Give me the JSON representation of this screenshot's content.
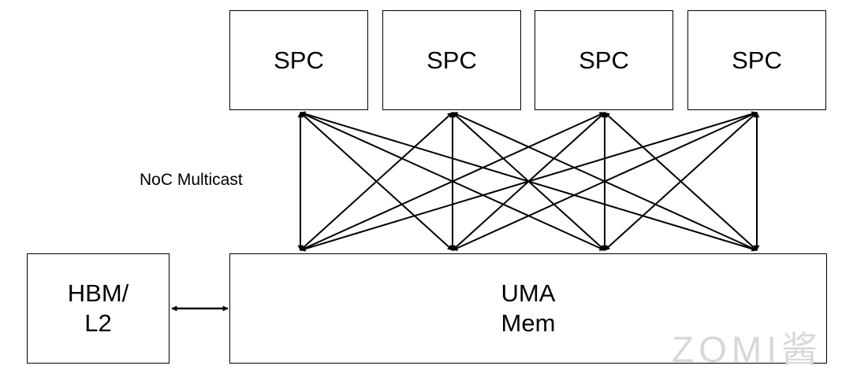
{
  "spc_boxes": [
    {
      "label": "SPC"
    },
    {
      "label": "SPC"
    },
    {
      "label": "SPC"
    },
    {
      "label": "SPC"
    }
  ],
  "noc_label": "NoC Multicast",
  "uma": {
    "line1": "UMA",
    "line2": "Mem"
  },
  "hbm": {
    "line1": "HBM/",
    "line2": "L2"
  },
  "watermark": "ZOMI酱",
  "colors": {
    "line": "#000000",
    "watermark": "#d8d8d8"
  }
}
